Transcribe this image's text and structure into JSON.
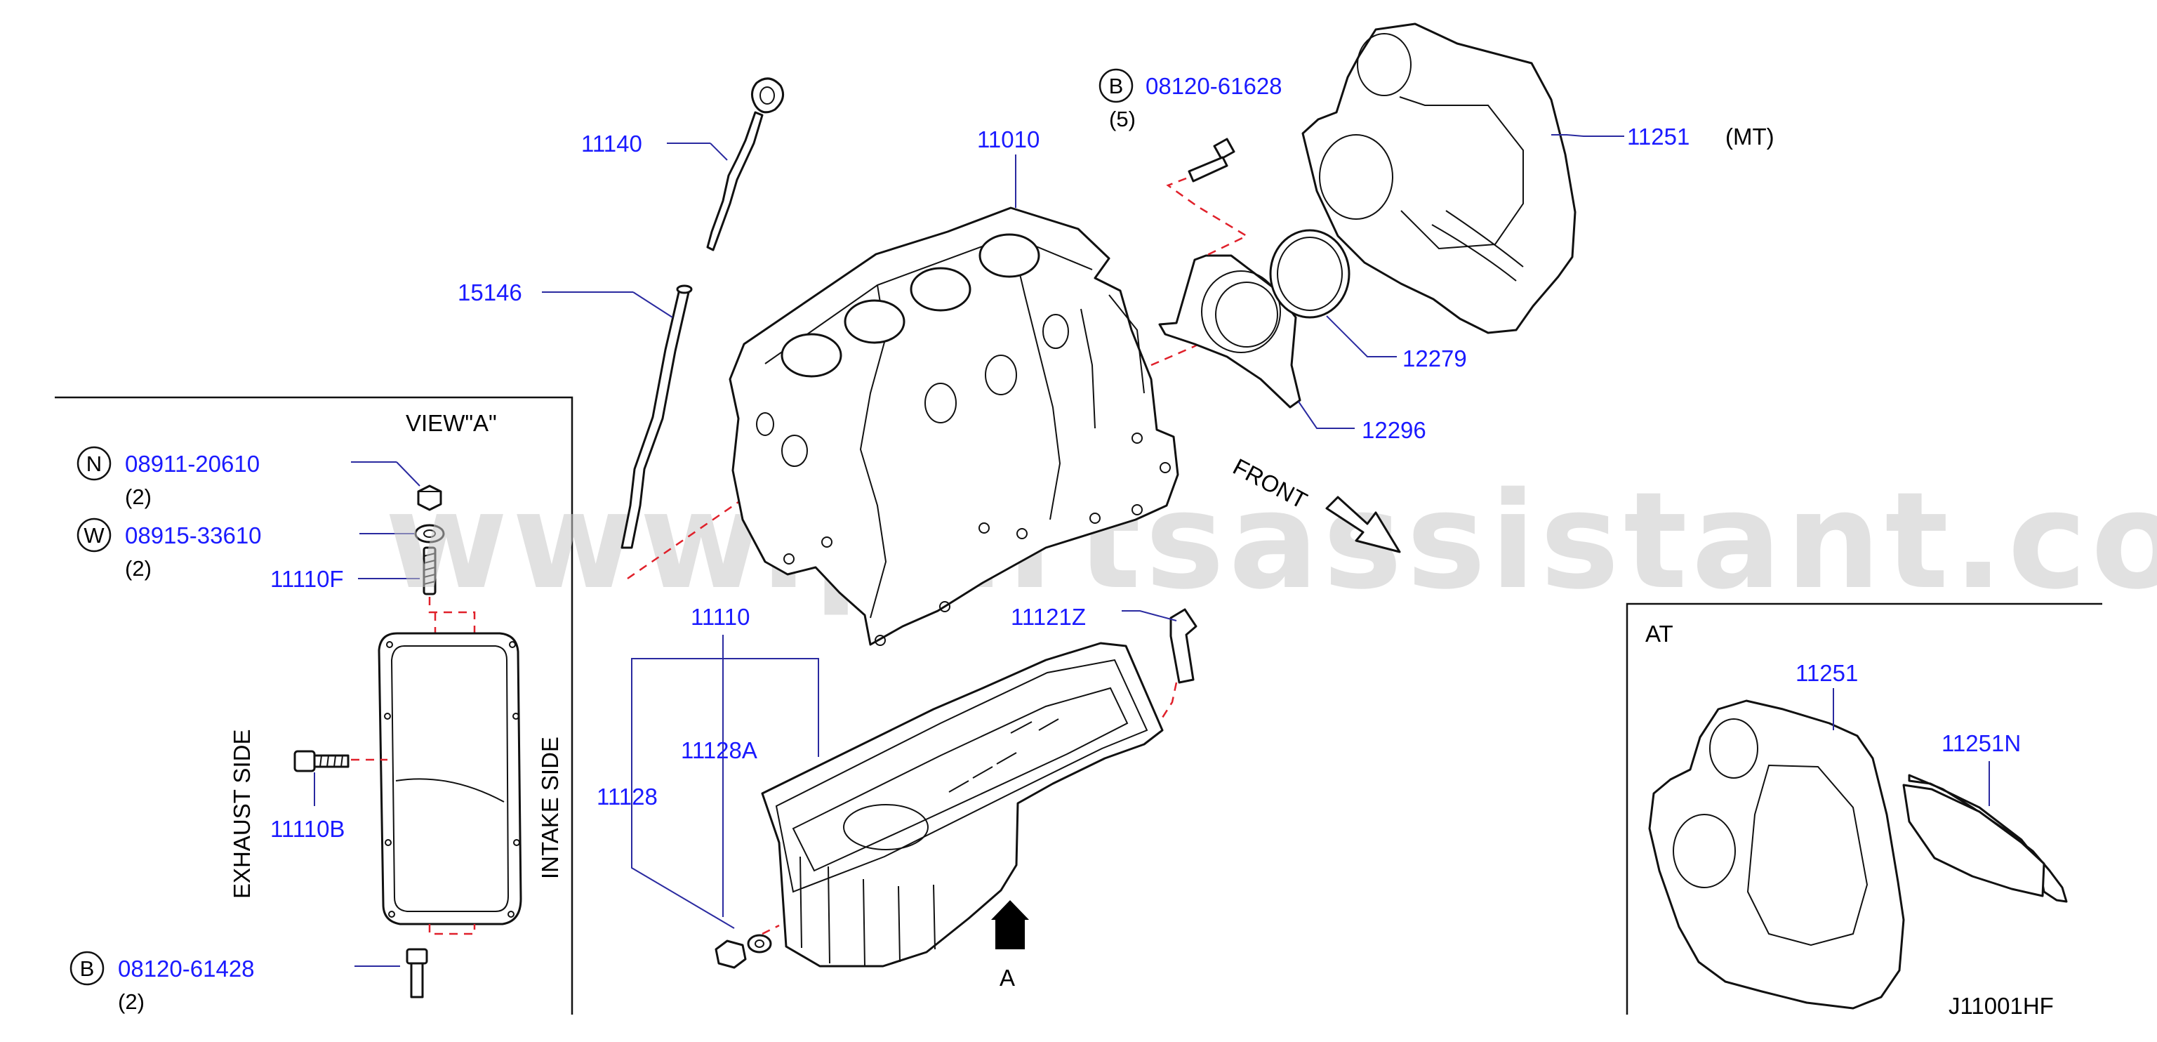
{
  "watermark": "www.partsassistant.com",
  "diagram_code": "J11001HF",
  "main": {
    "p11140": "11140",
    "p11010": "11010",
    "p15146": "15146",
    "p11251": "11251",
    "mt_label": "(MT)",
    "p12279": "12279",
    "p12296": "12296",
    "bolt_badge": "B",
    "bolt_part": "08120-61628",
    "bolt_qty": "(5)",
    "front_label": "FRONT",
    "p11110": "11110",
    "p11121z": "11121Z",
    "p11128a": "11128A",
    "p11128": "11128",
    "view_arrow_label": "A"
  },
  "view_a": {
    "title": "VIEW\"A\"",
    "nut_badge": "N",
    "nut_part": "08911-20610",
    "nut_qty": "(2)",
    "washer_badge": "W",
    "washer_part": "08915-33610",
    "washer_qty": "(2)",
    "p11110f": "11110F",
    "p11110b": "11110B",
    "exhaust_side": "EXHAUST  SIDE",
    "intake_side": "INTAKE  SIDE",
    "bolt_badge": "B",
    "bolt_part": "08120-61428",
    "bolt_qty": "(2)"
  },
  "at": {
    "title": "AT",
    "p11251": "11251",
    "p11251n": "11251N"
  }
}
